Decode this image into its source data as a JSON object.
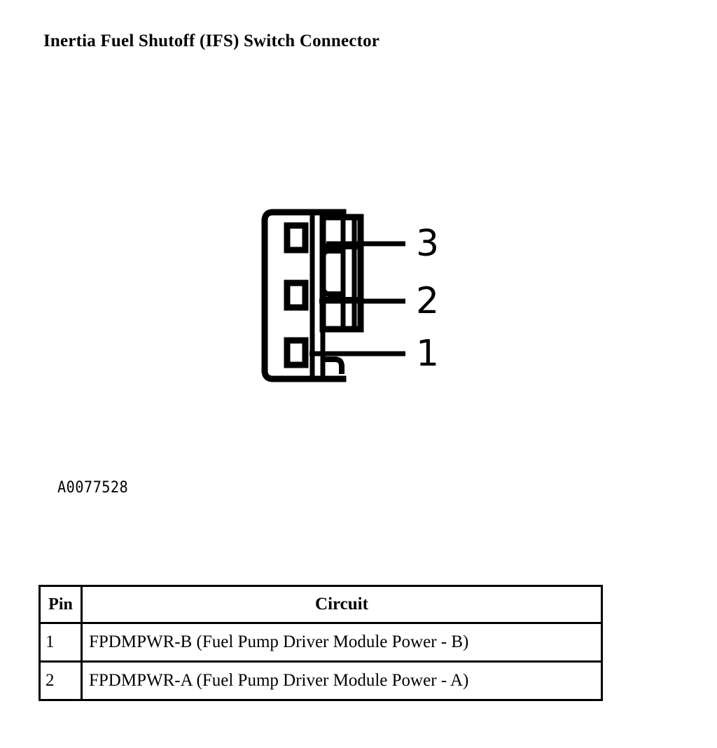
{
  "page": {
    "title": "Inertia Fuel Shutoff (IFS) Switch Connector",
    "figure_id": "A0077528",
    "background_color": "#ffffff",
    "line_color": "#000000"
  },
  "figure": {
    "name": "ifs-switch-connector-diagram",
    "description": "Three-cavity electrical connector end view with numbered pin callouts",
    "callouts": [
      {
        "label": "3",
        "cavity": "top"
      },
      {
        "label": "2",
        "cavity": "middle"
      },
      {
        "label": "1",
        "cavity": "bottom"
      }
    ]
  },
  "table": {
    "name": "pin-circuit-table",
    "headers": [
      "Pin",
      "Circuit"
    ],
    "rows": [
      {
        "pin": "1",
        "circuit": "FPDMPWR-B (Fuel Pump Driver Module Power - B)"
      },
      {
        "pin": "2",
        "circuit": "FPDMPWR-A (Fuel Pump Driver Module Power - A)"
      }
    ]
  }
}
